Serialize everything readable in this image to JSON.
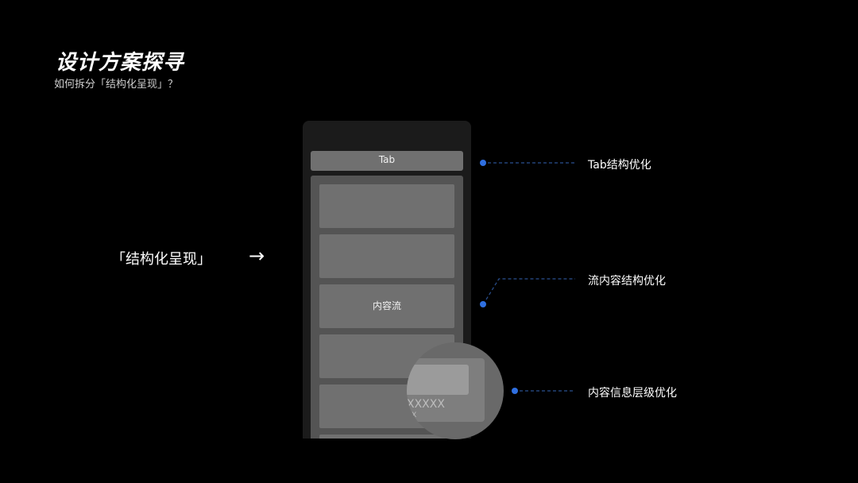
{
  "header": {
    "title": "设计方案探寻",
    "subtitle": "如何拆分「结构化呈现」？"
  },
  "left": {
    "label": "「结构化呈现」",
    "arrow": "→"
  },
  "phone": {
    "tab_label": "Tab",
    "feed_label": "内容流",
    "magnifier_line1": "XXXXX",
    "magnifier_line2": "XX"
  },
  "annotations": [
    {
      "label": "Tab结构优化"
    },
    {
      "label": "流内容结构优化"
    },
    {
      "label": "内容信息层级优化"
    }
  ],
  "colors": {
    "background": "#000000",
    "accent_dot": "#2f6fe0",
    "dash_line": "#2a4f8f"
  }
}
